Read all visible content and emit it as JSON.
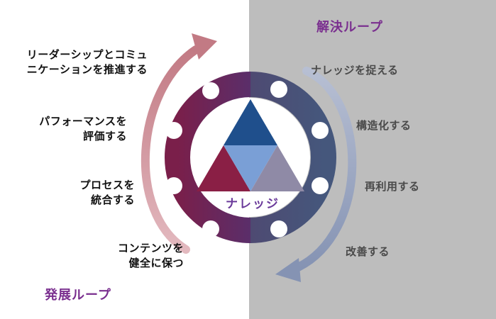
{
  "loops": {
    "resolve_title": "解決ループ",
    "develop_title": "発展ループ"
  },
  "center": {
    "label": "ナレッジ"
  },
  "left_labels": [
    "リーダーシップとコミュ",
    "ニケーションを推進する",
    "パフォーマンスを",
    "評価する",
    "プロセスを",
    "統合する",
    "コンテンツを",
    "健全に保つ"
  ],
  "right_labels": [
    "ナレッジを捉える",
    "構造化する",
    "再利用する",
    "改善する"
  ],
  "colors": {
    "grey_panel": "#bdbdbd",
    "ring_left": "#6b2a5c",
    "ring_right": "#4e5778",
    "arrow_left": "#c9868f",
    "arrow_right": "#98a4bf",
    "loop_title": "#7a2f8f",
    "tri_top": "#1f4f8c",
    "tri_left": "#8a1f45",
    "tri_center": "#7a9fd6",
    "tri_right": "#8f8aa6"
  }
}
